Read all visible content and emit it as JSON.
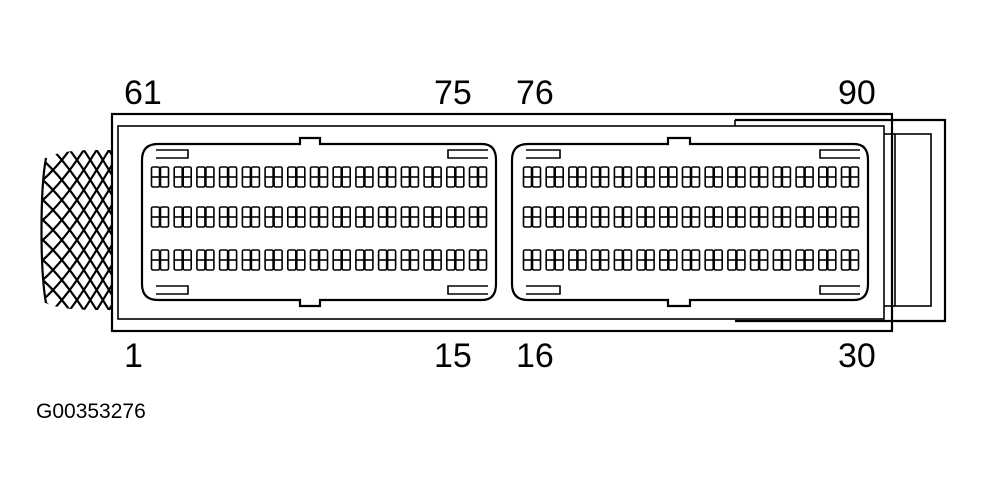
{
  "labels": {
    "top_left": "61",
    "top_mid_left": "75",
    "top_mid_right": "76",
    "top_right": "90",
    "bottom_left": "1",
    "bottom_mid_left": "15",
    "bottom_mid_right": "16",
    "bottom_right": "30"
  },
  "figure_id": "G00353276",
  "colors": {
    "line": "#000000",
    "background": "#ffffff"
  }
}
